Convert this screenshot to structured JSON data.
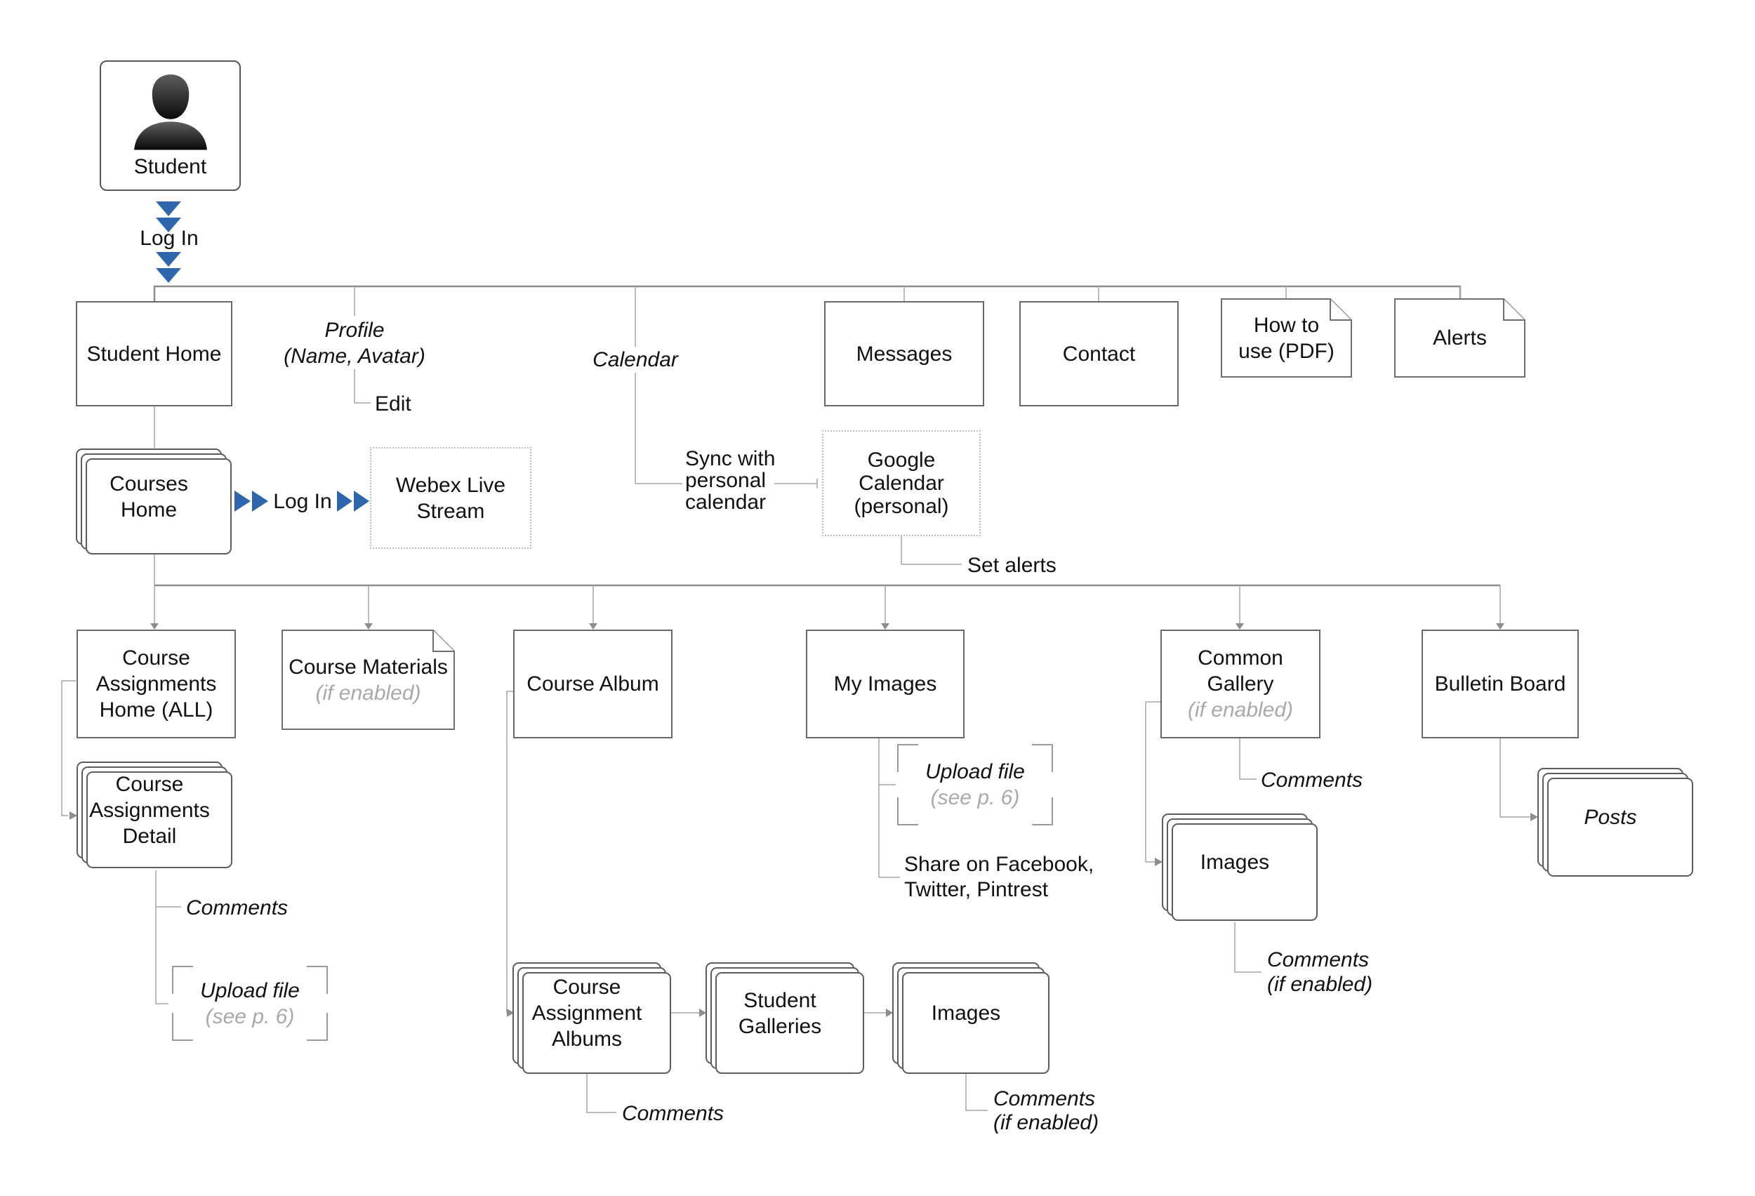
{
  "title": "Student sitemap flow diagram",
  "colors": {
    "accent_blue": "#2e66ad",
    "connector": "#a6a6a6",
    "trunk": "#8d8d8d",
    "box_border": "#696969",
    "muted_text": "#a9a9a9",
    "text": "#111111"
  },
  "nodes": {
    "student": {
      "label": "Student"
    },
    "login_top": {
      "label": "Log In"
    },
    "student_home": {
      "label": "Student Home"
    },
    "profile": {
      "line1": "Profile",
      "line2": "(Name, Avatar)"
    },
    "edit": {
      "label": "Edit"
    },
    "calendar": {
      "label": "Calendar"
    },
    "messages": {
      "label": "Messages"
    },
    "contact": {
      "label": "Contact"
    },
    "how_to_use": {
      "label": "How to use (PDF)"
    },
    "alerts": {
      "label": "Alerts"
    },
    "courses_home": {
      "label": "Courses Home"
    },
    "login_mid": {
      "label": "Log In"
    },
    "webex": {
      "label": "Webex Live Stream"
    },
    "sync": {
      "label": "Sync with personal calendar"
    },
    "google_calendar": {
      "label": "Google Calendar (personal)"
    },
    "set_alerts": {
      "label": "Set alerts"
    },
    "course_assignments_home": {
      "label": "Course Assignments Home (ALL)"
    },
    "course_materials": {
      "title": "Course Materials",
      "note": "(if enabled)"
    },
    "course_album": {
      "label": "Course Album"
    },
    "my_images": {
      "label": "My Images"
    },
    "common_gallery": {
      "title": "Common Gallery",
      "note": "(if enabled)"
    },
    "bulletin_board": {
      "label": "Bulletin Board"
    },
    "course_assignments_detail": {
      "label": "Course Assignments Detail"
    },
    "comments_detail": {
      "label": "Comments"
    },
    "upload_detail": {
      "title": "Upload file",
      "note": "(see p. 6)"
    },
    "upload_images": {
      "title": "Upload file",
      "note": "(see p. 6)"
    },
    "share": {
      "line1": "Share on Facebook,",
      "line2": "Twitter, Pintrest"
    },
    "comments_gallery": {
      "label": "Comments"
    },
    "gallery_images": {
      "label": "Images"
    },
    "comments_gallery_images": {
      "line1": "Comments",
      "line2": "(if enabled)"
    },
    "posts": {
      "label": "Posts"
    },
    "course_assignment_albums": {
      "label": "Course Assignment Albums"
    },
    "student_galleries": {
      "label": "Student Galleries"
    },
    "images_bottom": {
      "label": "Images"
    },
    "comments_albums": {
      "label": "Comments"
    },
    "comments_images_bottom": {
      "line1": "Comments",
      "line2": "(if enabled)"
    }
  }
}
